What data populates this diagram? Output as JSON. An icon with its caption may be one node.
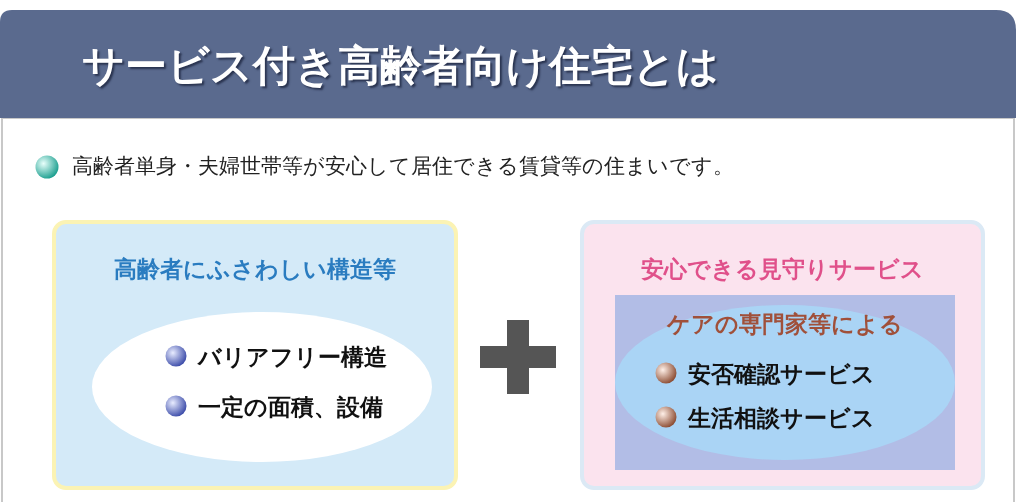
{
  "diagram": {
    "title": "サービス付き高齢者向け住宅とは",
    "nodes": [
      {
        "text": [
          "高齢者にふさわしい構造等"
        ]
      },
      {
        "text": [
          "バリアフリー構造",
          "一定の面積、設備"
        ],
        "in": 0
      },
      {
        "text": [
          "安心できる見守りサービス"
        ]
      },
      {
        "text": [
          "ケアの専門家等による",
          "安否確認サービス",
          "生活相談サービス"
        ],
        "in": 2
      }
    ],
    "edges": [],
    "labels": [
      "高齢者単身・夫婦世帯等が安心して居住できる賃貸等の住まいです。"
    ]
  }
}
